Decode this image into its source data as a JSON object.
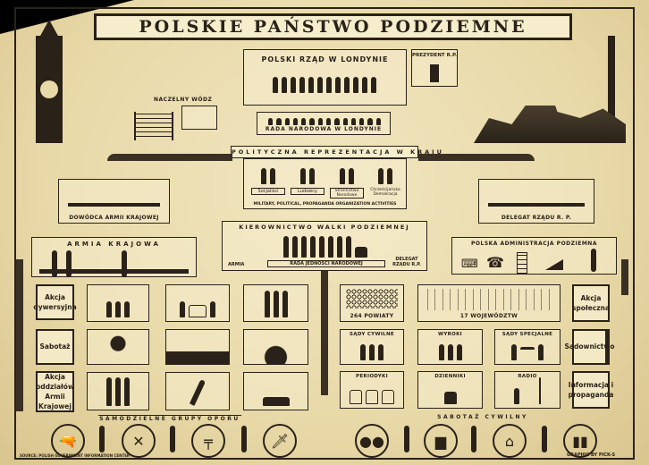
{
  "title": "POLSKIE PAŃSTWO PODZIEMNE",
  "government": "POLSKI RZĄD W LONDYNIE",
  "president": "PREZYDENT R.P.",
  "commander_in_chief": "NACZELNY WÓDZ",
  "national_council": "RADA NARODOWA W LONDYNIE",
  "political_rep": {
    "title": "POLITYCZNA REPREZENTACJA W KRAJU",
    "parties": [
      "Socjaliści",
      "Ludowcy",
      "Stronnictwo Narodowe",
      "Chrześcijańska Demokracja"
    ],
    "caption": "MILITARY, POLITICAL, PROPAGANDA ORGANIZATION ACTIVITIES"
  },
  "home_army_commander": "DOWÓDCA ARMII KRAJOWEJ",
  "government_delegate": "DELEGAT RZĄDU R. P.",
  "leadership": {
    "title": "KIEROWNICTWO WALKI PODZIEMNEJ",
    "army": "ARMIA",
    "council": "RADA JEDNOŚCI NARODOWEJ",
    "delegate": "DELEGAT RZĄDU R.P."
  },
  "home_army": "ARMIA KRAJOWA",
  "administration": "POLSKA ADMINISTRACJA PODZIEMNA",
  "left_rows": [
    "Akcja dywersyjna",
    "Sabotaż",
    "Akcja oddziałów Armii Krajowej"
  ],
  "right": {
    "counties": "264 POWIATY",
    "voivodeships": "17 WOJEWÓDZTW",
    "social": "Akcja społeczna",
    "civil_courts": "SĄDY CYWILNE",
    "sentences": "WYROKI",
    "special_courts": "SĄDY SPECJALNE",
    "judiciary": "Sądownictwo",
    "periodicals": "PERIODYKI",
    "dailies": "DZIENNIKI",
    "radio": "RADIO",
    "info": "Informacja i propaganda"
  },
  "resistance_groups": "SAMODZIELNE GRUPY OPORU",
  "civil_sabotage": "SABOTAŻ CYWILNY",
  "source": "SOURCE: POLISH GOVERNMENT INFORMATION CENTER",
  "credit": "GRAPHIC BY PICK-S"
}
